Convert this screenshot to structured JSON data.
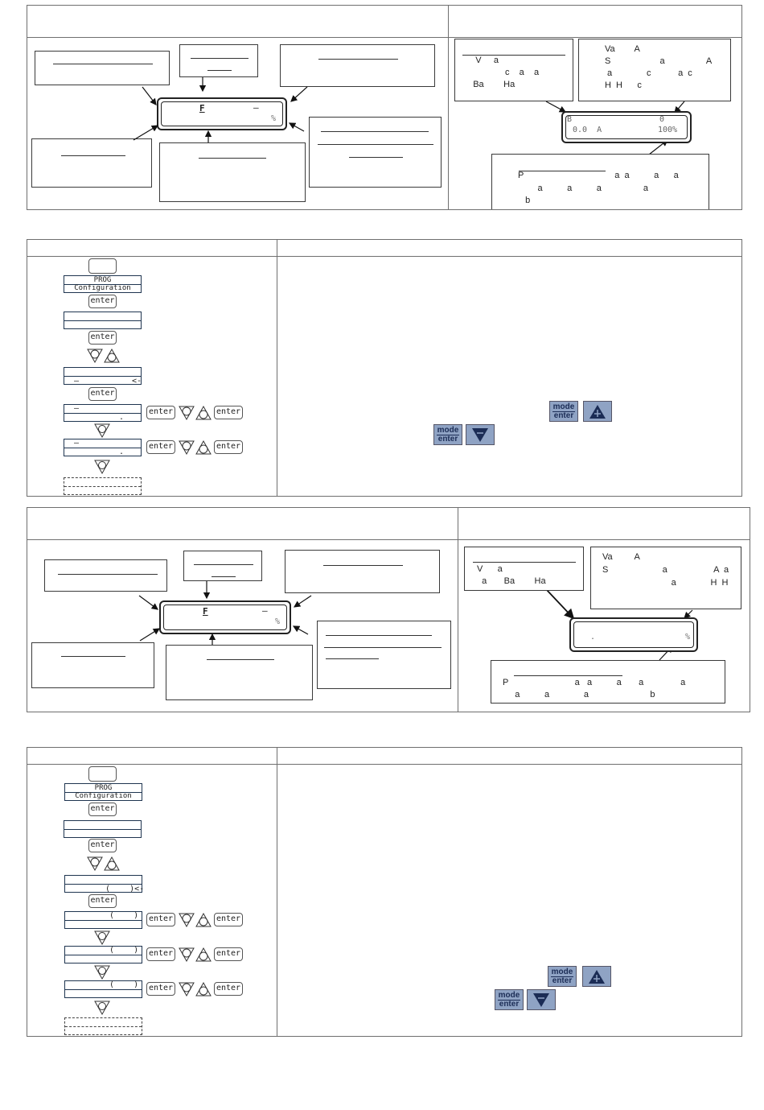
{
  "panel1": {
    "lcd": {
      "letter": "F",
      "dash": "–",
      "percent": "%"
    },
    "callout_right": {
      "lines": [
        "Va        A",
        "S                    a                 A",
        " a              c           a  c",
        "H  H      c"
      ]
    },
    "callout_left": {
      "lines": [
        "     V     a",
        "                 c    a    a",
        "    Ba        Ha"
      ]
    },
    "lcd2": {
      "row1_left": "B",
      "row1_right": "0",
      "row2_left": "0.0  A",
      "row2_right": "100%"
    },
    "callout_bottom": {
      "lines": [
        "P                                     a  a          a      a",
        "        a          a          a                 a",
        "   b"
      ]
    }
  },
  "panel2": {
    "step1": {
      "row1": "PROG",
      "row2": "Configuration"
    },
    "enter": "enter",
    "row_dash": "–",
    "row_arrow": "<-",
    "dot": ".",
    "mode_label_top": "mode",
    "mode_label_bottom": "enter"
  },
  "panel3": {
    "lcd": {
      "letter": "F",
      "dash": "–",
      "percent": "%"
    },
    "callout_left": {
      "lines": [
        "V      a                                    a",
        "  a       Ba        Ha"
      ]
    },
    "callout_right": {
      "lines": [
        "Va         A",
        "S                      a                   A  a",
        "                            a              H  H"
      ]
    },
    "lcd2": {
      "dot": ".",
      "percent": "%"
    },
    "callout_bottom": {
      "lines": [
        "P                           a   a          a       a               a",
        "     a          a              a                         b"
      ]
    }
  },
  "panel4": {
    "step1": {
      "row1": "PROG",
      "row2": "Configuration"
    },
    "enter": "enter",
    "paren_arrow": "(    )<-",
    "paren": "(    )"
  },
  "colors": {
    "button_fill": "#8fa3c4",
    "button_text": "#1b2c55",
    "screen_border": "#1f3550"
  }
}
